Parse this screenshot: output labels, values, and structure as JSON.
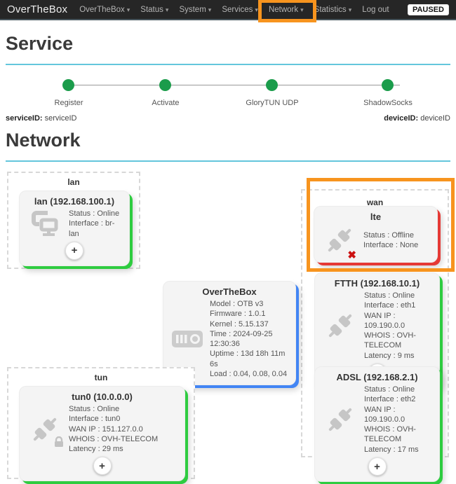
{
  "navbar": {
    "brand": "OverTheBox",
    "caret_glyph": "▾",
    "items": [
      {
        "label": "OverTheBox"
      },
      {
        "label": "Status"
      },
      {
        "label": "System"
      },
      {
        "label": "Services"
      },
      {
        "label": "Network"
      },
      {
        "label": "Statistics"
      },
      {
        "label": "Log out"
      }
    ],
    "status_badge": "PAUSED"
  },
  "service": {
    "title": "Service",
    "steps": [
      {
        "label": "Register",
        "state": "done"
      },
      {
        "label": "Activate",
        "state": "done"
      },
      {
        "label": "GloryTUN UDP",
        "state": "done"
      },
      {
        "label": "ShadowSocks",
        "state": "done"
      }
    ],
    "service_id": {
      "label": "serviceID:",
      "value": "serviceID"
    },
    "device_id": {
      "label": "deviceID:",
      "value": "deviceID"
    }
  },
  "network": {
    "title": "Network",
    "plus_glyph": "+",
    "groups": {
      "lan": {
        "label": "lan"
      },
      "wan": {
        "label": "wan"
      },
      "tun": {
        "label": "tun"
      }
    },
    "cards": {
      "lan": {
        "title": "lan (192.168.100.1)",
        "icon": "lan-icon",
        "accent": "#2ecc40",
        "lines": [
          "Status : Online",
          "Interface : br-lan"
        ]
      },
      "otb": {
        "title": "OverTheBox",
        "icon": "router-icon",
        "accent": "#4285f4",
        "lines": [
          "Model : OTB v3",
          "Firmware : 1.0.1",
          "Kernel : 5.15.137",
          "Time : 2024-09-25 12:30:36",
          "Uptime : 13d 18h 11m 6s",
          "Load : 0.04, 0.08, 0.04"
        ]
      },
      "tun0": {
        "title": "tun0 (10.0.0.0)",
        "icon": "plug-lock-icon",
        "accent": "#2ecc40",
        "lines": [
          "Status : Online",
          "Interface : tun0",
          "WAN IP : 151.127.0.0",
          "WHOIS : OVH-TELECOM",
          "Latency : 29 ms"
        ]
      },
      "lte": {
        "title": "lte",
        "icon": "plug-offline-icon",
        "accent": "#e53935",
        "lines": [
          "Status : Offline",
          "Interface : None"
        ],
        "x_glyph": "✖"
      },
      "ftth": {
        "title": "FTTH (192.168.10.1)",
        "icon": "plug-icon",
        "accent": "#2ecc40",
        "lines": [
          "Status : Online",
          "Interface : eth1",
          "WAN IP : 109.190.0.0",
          "WHOIS : OVH-TELECOM",
          "Latency : 9 ms"
        ]
      },
      "adsl": {
        "title": "ADSL (192.168.2.1)",
        "icon": "plug-icon",
        "accent": "#2ecc40",
        "lines": [
          "Status : Online",
          "Interface : eth2",
          "WAN IP : 109.190.0.0",
          "WHOIS : OVH-TELECOM",
          "Latency : 17 ms"
        ]
      }
    }
  },
  "colors": {
    "navbar_bg": "#262626",
    "heading_rule": "#63c6dc",
    "step_green": "#1b9c4b",
    "accent_green": "#2ecc40",
    "accent_blue": "#4285f4",
    "accent_red": "#e53935",
    "annotation_orange": "#f7941e"
  }
}
